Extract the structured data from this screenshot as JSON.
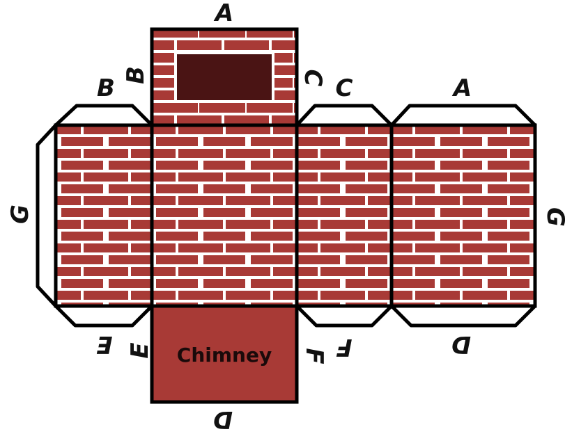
{
  "colors": {
    "brick": "#a83a36",
    "mortar": "#ffffff",
    "opening": "#4a1414",
    "outline": "#000000",
    "tab_fill": "#ffffff"
  },
  "labels": {
    "top_a": "A",
    "left_b": "B",
    "vertical_b": "B",
    "vertical_c": "C",
    "right_c": "C",
    "right_a": "A",
    "left_g": "G",
    "right_g": "G",
    "bottom_e_left": "E",
    "bottom_e_vertical": "E",
    "bottom_f_vertical": "F",
    "bottom_f_right": "F",
    "bottom_d_right": "D",
    "bottom_d": "D",
    "chimney": "Chimney"
  }
}
